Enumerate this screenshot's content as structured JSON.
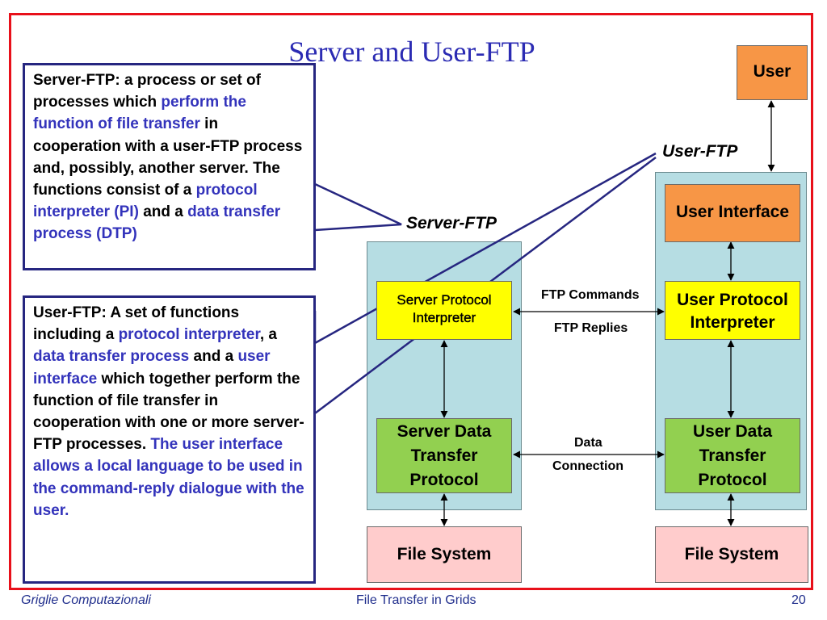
{
  "slide": {
    "title": "Server and User-FTP",
    "footer": {
      "left": "Griglie Computazionali",
      "center": "File Transfer in Grids",
      "page": "20"
    }
  },
  "callouts": {
    "server": {
      "s1": "Server-FTP: a process or set of processes which ",
      "h1": "perform the function of file transfer",
      "s2": " in cooperation with a user-FTP process and, possibly, another server. The functions consist of a ",
      "h2": "protocol interpreter (PI)",
      "s3": " and a ",
      "h3": "data transfer process (DTP)"
    },
    "user": {
      "s1": "User-FTP: A set of functions including a ",
      "h1": "protocol interpreter",
      "s2": ", a ",
      "h2": "data transfer process",
      "s3": " and a ",
      "h3": "user interface",
      "s4": " which together perform the function of file transfer in cooperation with one or more server-FTP processes. ",
      "h4": "The user interface allows a local language to be used in the command-reply dialogue with the user."
    }
  },
  "diagram": {
    "user_box": "User",
    "user_ftp_label": "User-FTP",
    "server_ftp_label": "Server-FTP",
    "user_interface": "User Interface",
    "server_pi": "Server Protocol Interpreter",
    "user_pi": "User Protocol Interpreter",
    "server_dtp": "Server Data Transfer Protocol",
    "user_dtp": "User Data Transfer Protocol",
    "server_fs": "File System",
    "user_fs": "File System",
    "ftp_commands": "FTP Commands",
    "ftp_replies": "FTP Replies",
    "data_label": "Data",
    "connection_label": "Connection"
  },
  "colors": {
    "frame": "#e8101a",
    "title": "#2b2bb3",
    "callout_border": "#262680",
    "highlight": "#3333bb",
    "panel": "#b6dde3",
    "orange": "#f79646",
    "yellow": "#ffff00",
    "green": "#92d050",
    "pink": "#ffcccc"
  }
}
